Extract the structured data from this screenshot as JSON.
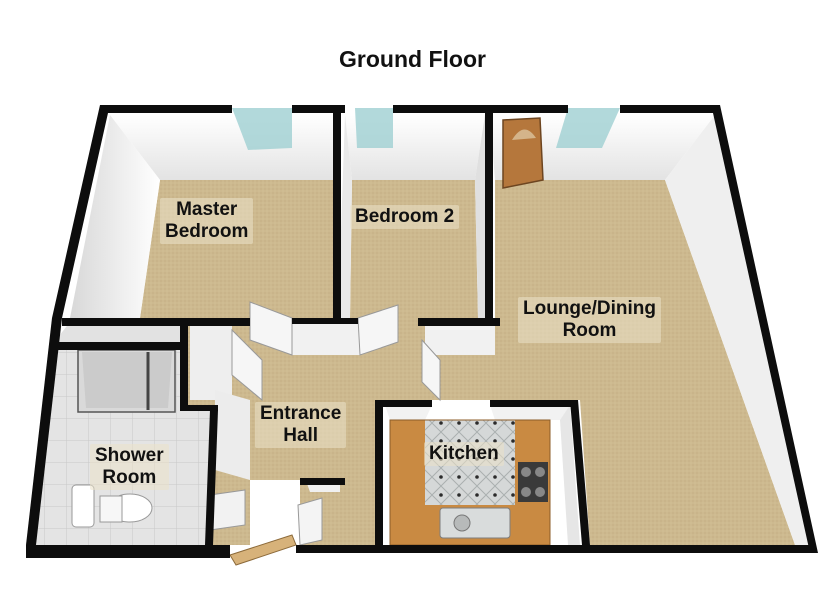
{
  "title": "Ground Floor",
  "rooms": {
    "master_bedroom": {
      "line1": "Master",
      "line2": "Bedroom"
    },
    "bedroom_2": {
      "line1": "Bedroom 2"
    },
    "lounge_dining": {
      "line1": "Lounge/Dining",
      "line2": "Room"
    },
    "entrance_hall": {
      "line1": "Entrance",
      "line2": "Hall"
    },
    "kitchen": {
      "line1": "Kitchen"
    },
    "shower_room": {
      "line1": "Shower",
      "line2": "Room"
    }
  },
  "colors": {
    "carpet": "#cdb98f",
    "wall_top": "#0d0d0d",
    "wall_face": "#f4f4f4",
    "tile_floor": "#e2e2e2",
    "kitchen_floor": "#d3d6d6",
    "worktop": "#c98a42",
    "door": "#b5773c",
    "window": "#9fd0d2"
  }
}
